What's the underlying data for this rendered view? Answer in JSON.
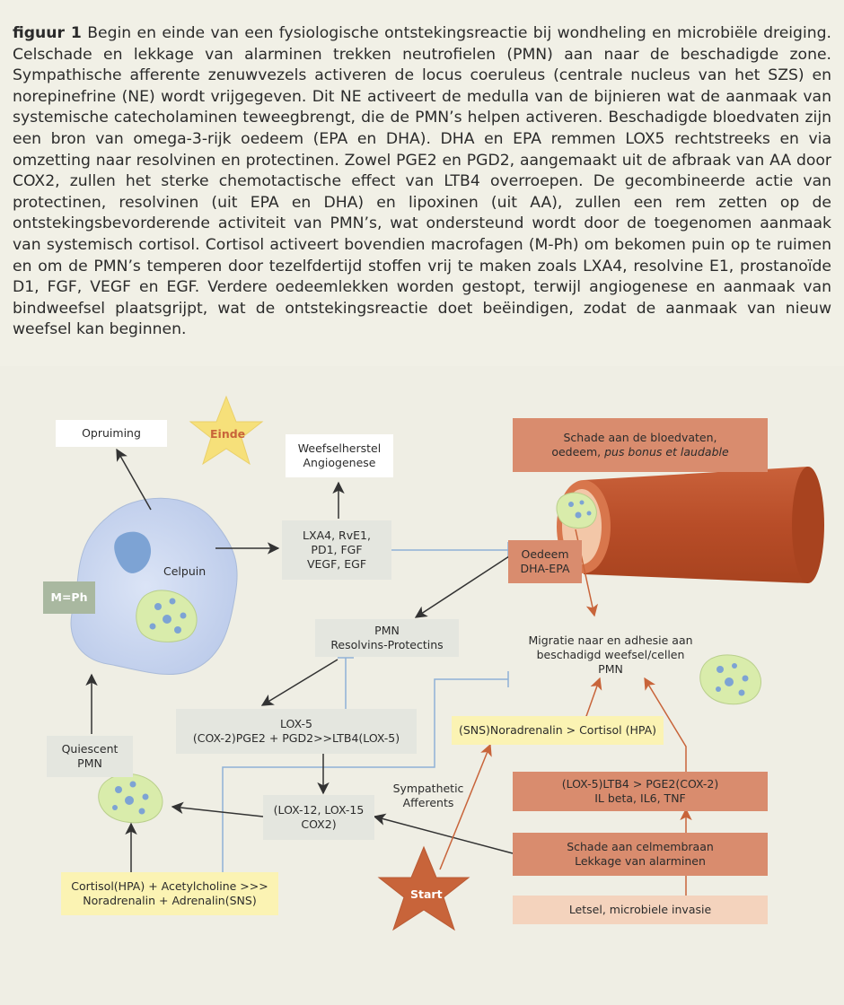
{
  "caption": {
    "label": "figuur 1",
    "text": "Begin en einde van een fysiologische ontstekingsreactie bij wondheling en microbiële dreiging. Celschade en lekkage van alarminen trekken neutrofielen (PMN) aan naar de beschadigde zone. Sympathische afferente zenuwvezels activeren de locus coeruleus (centrale nucleus van het SZS) en norepinefrine (NE) wordt vrijgegeven. Dit NE activeert de medulla van de bijnieren wat de aanmaak van systemische catecholaminen teweegbrengt, die de PMN’s helpen activeren. Beschadigde bloedvaten zijn een bron van omega-3-rijk oedeem (EPA en DHA). DHA en EPA remmen LOX5 rechtstreeks en via omzetting naar resolvinen en protectinen. Zowel PGE2 en PGD2, aangemaakt uit de afbraak van AA door COX2, zullen het sterke chemotactische effect van LTB4 overroepen. De gecombineerde actie van protectinen, resolvinen (uit EPA en DHA) en lipoxinen (uit AA), zullen een rem zetten op de ontstekingsbevorderende activiteit van PMN’s, wat ondersteund wordt door de toegenomen aanmaak van systemisch cortisol. Cortisol activeert bovendien macrofagen (M-Ph) om bekomen puin op te ruimen en om de PMN’s temperen door tezelfdertijd stoffen vrij te maken zoals LXA4, resolvine E1, prostanoïde D1, FGF, VEGF en EGF. Verdere oedeemlekken worden gestopt, terwijl angiogenese en aanmaak van bindweefsel plaatsgrijpt, wat de ontstekingsreactie doet beëindigen, zodat de aanmaak van nieuw weefsel kan beginnen."
  },
  "diagram": {
    "opruiming": "Opruiming",
    "einde": "Einde",
    "weefsel": [
      "Weefselherstel",
      "Angiogenese"
    ],
    "schade_bloedvaten": [
      "Schade aan de bloedvaten,",
      "oedeem, ",
      "pus bonus et laudable"
    ],
    "lxa4": [
      "LXA4, RvE1,",
      "PD1, FGF",
      "VEGF, EGF"
    ],
    "celpuin": "Celpuin",
    "mph": "M=Ph",
    "oedeem": [
      "Oedeem",
      "DHA-EPA"
    ],
    "pmn_resolvins": [
      "PMN",
      "Resolvins-Protectins"
    ],
    "migratie": [
      "Migratie naar en adhesie aan",
      "beschadigd weefsel/cellen",
      "PMN"
    ],
    "lox5": [
      "LOX-5",
      "(COX-2)PGE2 + PGD2>>LTB4(LOX-5)"
    ],
    "quiescent": [
      "Quiescent",
      "PMN"
    ],
    "sns": "(SNS)Noradrenalin > Cortisol (HPA)",
    "sympathetic": [
      "Sympathetic",
      "Afferents"
    ],
    "lox12": [
      "(LOX-12, LOX-15",
      "COX2)"
    ],
    "ltb4": [
      "(LOX-5)LTB4 > PGE2(COX-2)",
      "IL beta, IL6, TNF"
    ],
    "celmembraan": [
      "Schade aan celmembraan",
      "Lekkage van alarminen"
    ],
    "cortisol": [
      "Cortisol(HPA) + Acetylcholine >>>",
      "Noradrenalin + Adrenalin(SNS)"
    ],
    "start": "Start",
    "letsel": "Letsel, microbiele invasie"
  },
  "colors": {
    "background": "#f1f0e6",
    "rust_box": "#d98c6e",
    "peach_box": "#f4d3bd",
    "yellow_box": "#fbf3b3",
    "grey_box": "#e4e6df",
    "macrophage": "#c5d3ef",
    "pmn_cell": "#d9ecab",
    "vessel": "#bf5530",
    "inhibit_line": "#8fb1d6",
    "arrow": "#333333",
    "orange_arrow": "#c8643a"
  }
}
